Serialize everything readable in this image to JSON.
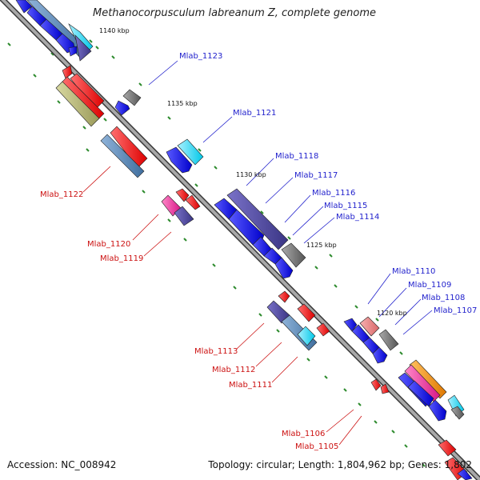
{
  "title": "Methanocorpusculum labreanum Z, complete genome",
  "footer": {
    "accession": "Accession: NC_008942",
    "topology": "Topology: circular; Length: 1,804,962 bp; Genes: 1,802"
  },
  "scale_labels": [
    "1140 kbp",
    "1135 kbp",
    "1130 kbp",
    "1125 kbp",
    "1120 kbp"
  ],
  "gene_labels_top": [
    "Mlab_1123",
    "Mlab_1121",
    "Mlab_1118",
    "Mlab_1117",
    "Mlab_1116",
    "Mlab_1115",
    "Mlab_1114",
    "Mlab_1110",
    "Mlab_1109",
    "Mlab_1108",
    "Mlab_1107"
  ],
  "gene_labels_bottom": [
    "Mlab_1122",
    "Mlab_1120",
    "Mlab_1119",
    "Mlab_1113",
    "Mlab_1112",
    "Mlab_1111",
    "Mlab_1106",
    "Mlab_1105"
  ],
  "colors": {
    "label_top": "#1f1fcc",
    "label_bottom": "#cc1111",
    "backbone": "#888888",
    "tick": "#2e8b2e",
    "gene_blue": "#1010e0",
    "gene_red": "#ee1111"
  }
}
